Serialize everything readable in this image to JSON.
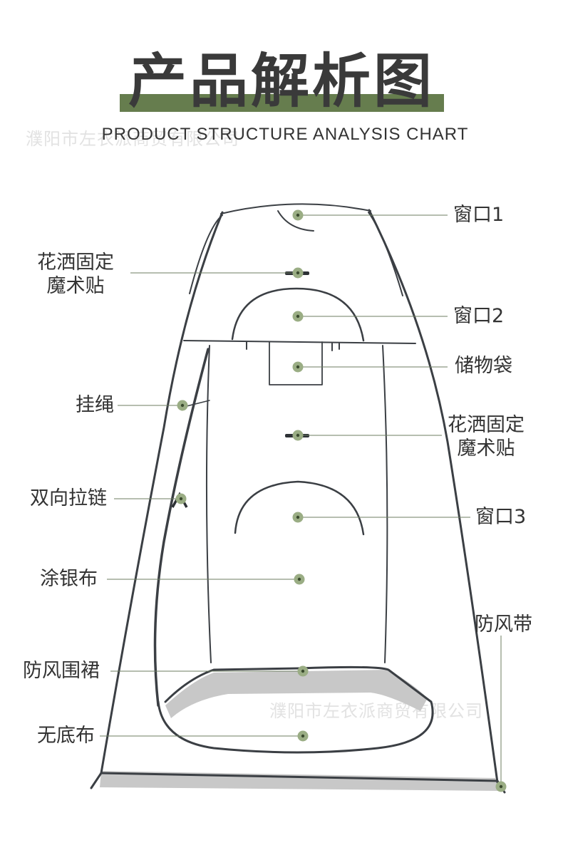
{
  "header": {
    "title": "产品解析图",
    "subtitle": "PRODUCT STRUCTURE ANALYSIS CHART",
    "watermark": "濮阳市左衣派商贸有限公司"
  },
  "labels": {
    "window1": "窗口1",
    "shower_velcro_1": "花洒固定\n魔术贴",
    "window2": "窗口2",
    "storage_bag": "储物袋",
    "hanging_rope": "挂绳",
    "shower_velcro_2": "花洒固定\n魔术贴",
    "two_way_zipper": "双向拉链",
    "window3": "窗口3",
    "coated_silver_cloth": "涂银布",
    "windproof_strap": "防风带",
    "windproof_skirt": "防风围裙",
    "no_bottom": "无底布"
  },
  "colors": {
    "accent_bar": "#667d4e",
    "marker_dot": "#9aad84",
    "leader_line": "#6d7d62",
    "outline": "#3b3f44",
    "shadow": "#c8c8c8"
  }
}
